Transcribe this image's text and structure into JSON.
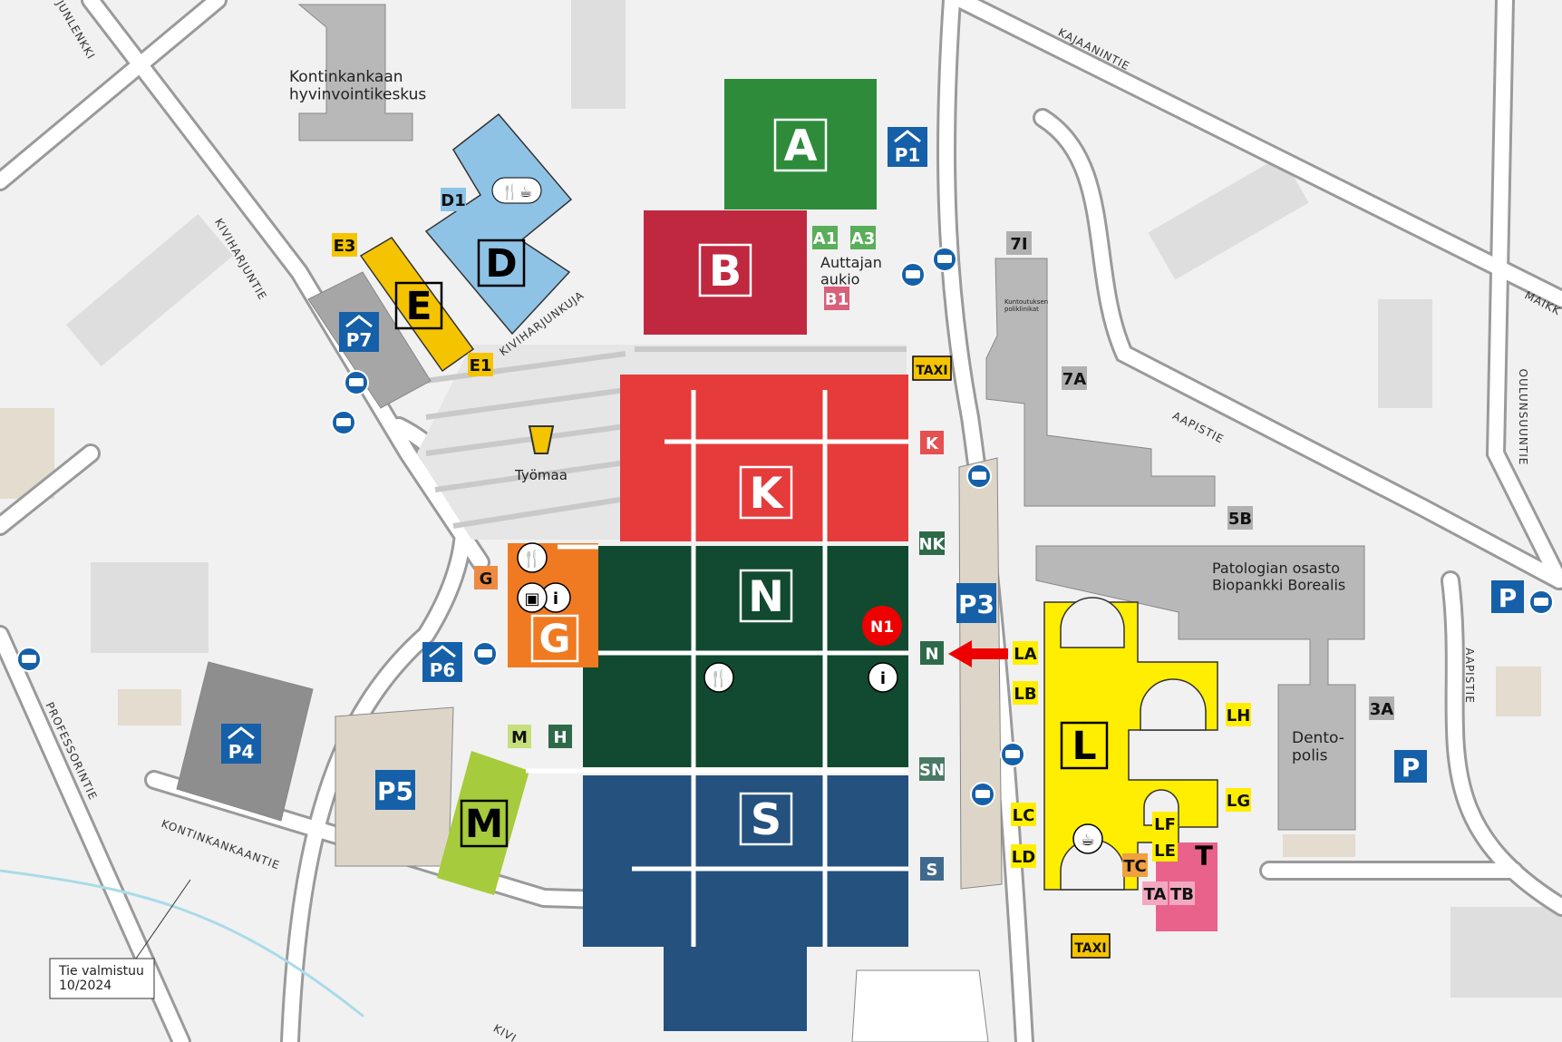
{
  "colors": {
    "A": "#2e8b3a",
    "B": "#c0283f",
    "K": "#e53b3b",
    "N": "#114a30",
    "S": "#24517e",
    "G": "#ef7a22",
    "D": "#8ec3e6",
    "E": "#f5c400",
    "M": "#a6cb3c",
    "L": "#ffee00",
    "T": "#e9628b",
    "parking": "#1560a8",
    "grey": "#b8b8b8",
    "beige": "#ddd6c8"
  },
  "buildings": [
    {
      "id": "A",
      "label": "A"
    },
    {
      "id": "B",
      "label": "B"
    },
    {
      "id": "K",
      "label": "K"
    },
    {
      "id": "N",
      "label": "N"
    },
    {
      "id": "S",
      "label": "S"
    },
    {
      "id": "G",
      "label": "G"
    },
    {
      "id": "D",
      "label": "D"
    },
    {
      "id": "E",
      "label": "E"
    },
    {
      "id": "M",
      "label": "M"
    },
    {
      "id": "L",
      "label": "L"
    },
    {
      "id": "T",
      "label": "T"
    }
  ],
  "entrances": [
    {
      "label": "D1"
    },
    {
      "label": "E3"
    },
    {
      "label": "E1"
    },
    {
      "label": "A1"
    },
    {
      "label": "A3"
    },
    {
      "label": "B1"
    },
    {
      "label": "TAXI"
    },
    {
      "label": "K"
    },
    {
      "label": "NK"
    },
    {
      "label": "N"
    },
    {
      "label": "SN"
    },
    {
      "label": "S"
    },
    {
      "label": "G"
    },
    {
      "label": "M"
    },
    {
      "label": "H"
    },
    {
      "label": "7I"
    },
    {
      "label": "7A"
    },
    {
      "label": "5B"
    },
    {
      "label": "3A"
    },
    {
      "label": "TAXI"
    },
    {
      "label": "LA"
    },
    {
      "label": "LB"
    },
    {
      "label": "LC"
    },
    {
      "label": "LD"
    },
    {
      "label": "LE"
    },
    {
      "label": "LF"
    },
    {
      "label": "LG"
    },
    {
      "label": "LH"
    },
    {
      "label": "TC"
    },
    {
      "label": "TA"
    },
    {
      "label": "TB"
    }
  ],
  "parking": [
    {
      "label": "P1",
      "covered": true
    },
    {
      "label": "P7",
      "covered": true
    },
    {
      "label": "P6",
      "covered": true
    },
    {
      "label": "P4",
      "covered": true
    },
    {
      "label": "P5",
      "covered": false
    },
    {
      "label": "P3",
      "covered": false
    },
    {
      "label": "P",
      "covered": false
    },
    {
      "label": "P",
      "covered": false
    }
  ],
  "places": {
    "hyvinvointikeskus": [
      "Kontinkankaan",
      "hyvinvointikeskus"
    ],
    "auttajan": [
      "Auttajan",
      "aukio"
    ],
    "tyomaa": "Työmaa",
    "patologia": [
      "Patologian osasto",
      "Biopankki Borealis"
    ],
    "dentopolis": [
      "Dento-",
      "polis"
    ],
    "kuntoutus": [
      "Kuntoutuksen",
      "poliklinikat"
    ],
    "tie_valmistuu": [
      "Tie valmistuu",
      "10/2024"
    ],
    "you_are_here": "N1"
  },
  "streets": [
    {
      "name": "KAJAANINTIE"
    },
    {
      "name": "KIVIHARJUNTIE"
    },
    {
      "name": "KIVIHARJUNKUJA"
    },
    {
      "name": "AAPISTIE"
    },
    {
      "name": "OULUNSUUNTIE"
    },
    {
      "name": "AAPISTIE"
    },
    {
      "name": "MAIKK"
    },
    {
      "name": "PROFESSORINTIE"
    },
    {
      "name": "KONTINKANKAANTIE"
    },
    {
      "name": "JUNLENKKI"
    },
    {
      "name": "KIVI"
    }
  ]
}
